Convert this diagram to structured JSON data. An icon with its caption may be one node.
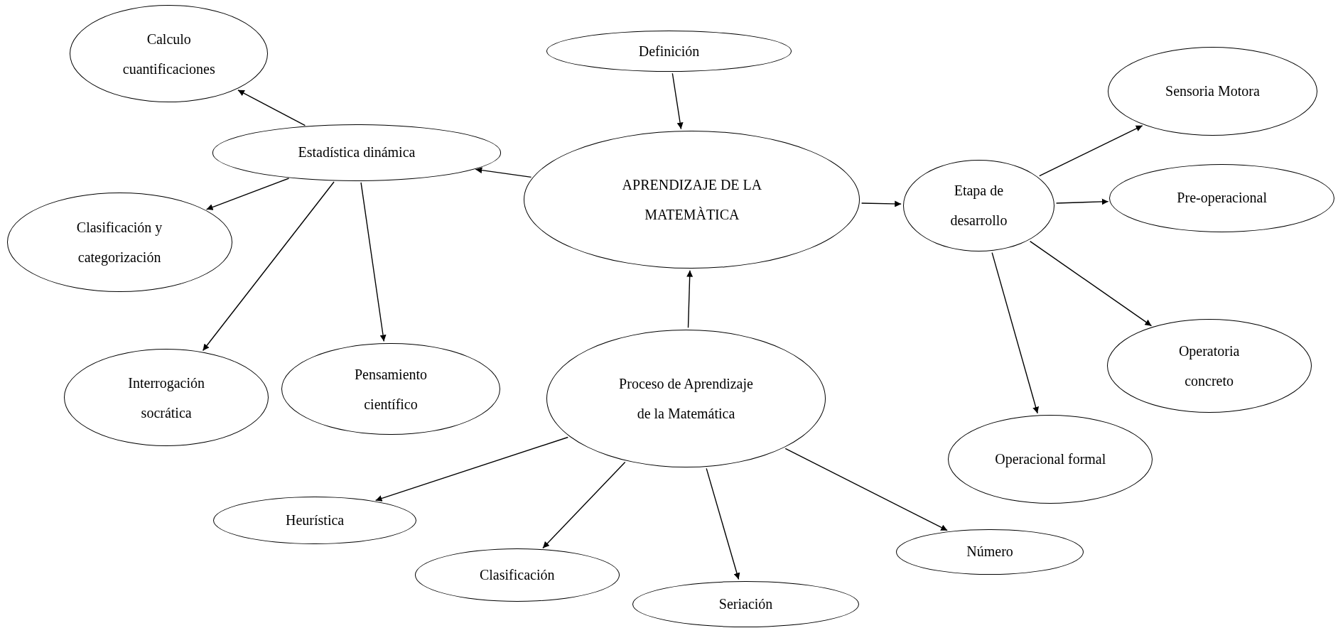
{
  "diagram": {
    "nodes": [
      {
        "text": [
          "APRENDIZAJE DE LA MATEMÀTICA"
        ]
      },
      {
        "text": [
          "Definición"
        ]
      },
      {
        "text": [
          "Estadística dinámica"
        ]
      },
      {
        "text": [
          "Calculo cuantificaciones"
        ]
      },
      {
        "text": [
          "Clasificación y categorización"
        ]
      },
      {
        "text": [
          "Interrogación socrática"
        ]
      },
      {
        "text": [
          "Pensamiento científico"
        ]
      },
      {
        "text": [
          "Etapa de desarrollo"
        ]
      },
      {
        "text": [
          "Sensoria Motora"
        ]
      },
      {
        "text": [
          "Pre-operacional"
        ]
      },
      {
        "text": [
          "Operatoria concreto"
        ]
      },
      {
        "text": [
          "Operacional formal"
        ]
      },
      {
        "text": [
          "Proceso de Aprendizaje de la Matemática"
        ]
      },
      {
        "text": [
          "Heurística"
        ]
      },
      {
        "text": [
          "Clasificación"
        ]
      },
      {
        "text": [
          "Seriación"
        ]
      },
      {
        "text": [
          "Número"
        ]
      }
    ],
    "edges": [
      {
        "from": 1,
        "to": 0,
        "arrow": "to"
      },
      {
        "from": 0,
        "to": 2,
        "arrow": "to"
      },
      {
        "from": 2,
        "to": 3,
        "arrow": "to"
      },
      {
        "from": 2,
        "to": 4,
        "arrow": "to"
      },
      {
        "from": 2,
        "to": 5,
        "arrow": "to"
      },
      {
        "from": 2,
        "to": 6,
        "arrow": "to"
      },
      {
        "from": 0,
        "to": 7,
        "arrow": "to"
      },
      {
        "from": 7,
        "to": 8,
        "arrow": "to"
      },
      {
        "from": 7,
        "to": 9,
        "arrow": "to"
      },
      {
        "from": 7,
        "to": 10,
        "arrow": "to"
      },
      {
        "from": 7,
        "to": 11,
        "arrow": "to"
      },
      {
        "from": 12,
        "to": 0,
        "arrow": "to"
      },
      {
        "from": 12,
        "to": 13,
        "arrow": "to"
      },
      {
        "from": 12,
        "to": 14,
        "arrow": "to"
      },
      {
        "from": 12,
        "to": 15,
        "arrow": "to"
      },
      {
        "from": 12,
        "to": 16,
        "arrow": "to"
      }
    ]
  }
}
